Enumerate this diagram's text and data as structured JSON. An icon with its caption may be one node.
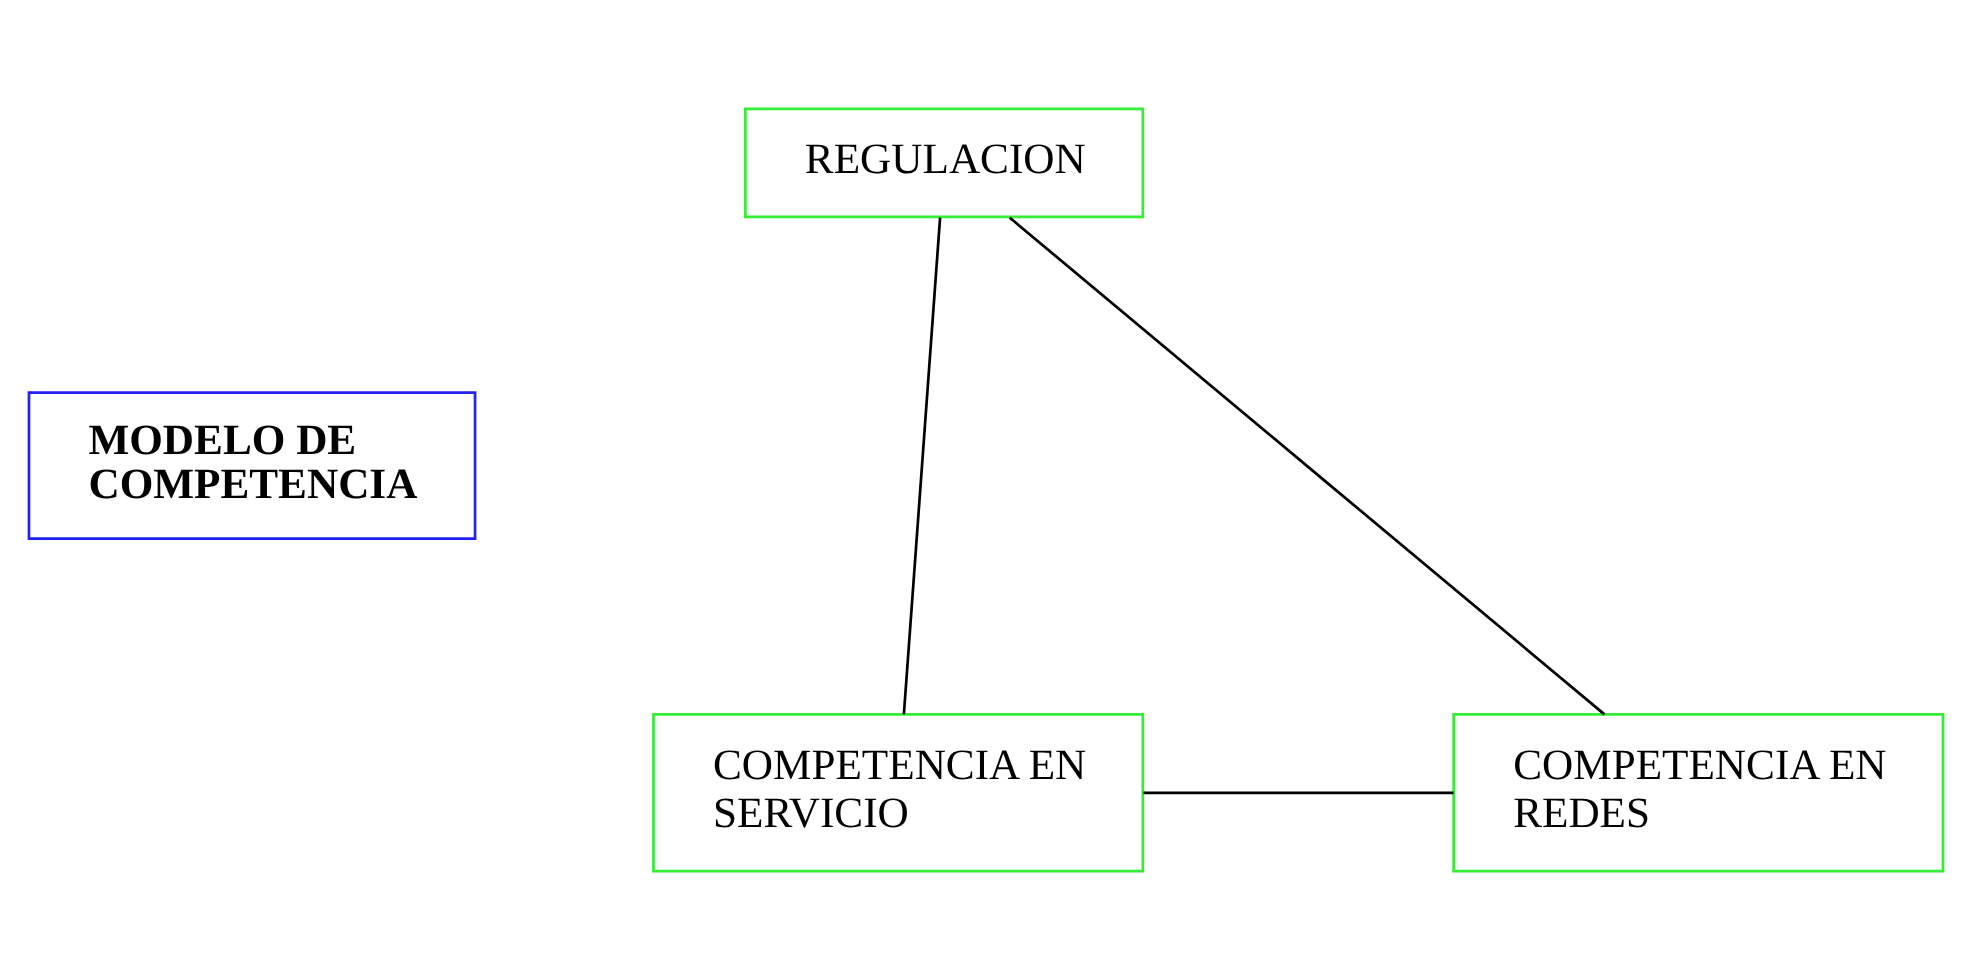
{
  "diagram": {
    "nodes": [
      {
        "text": [
          "REGULACION"
        ]
      },
      {
        "text": [
          "MODELO DE COMPETENCIA"
        ]
      },
      {
        "text": [
          "COMPETENCIA EN SERVICIO"
        ]
      },
      {
        "text": [
          "COMPETENCIA EN REDES"
        ]
      }
    ],
    "edges": [
      {
        "from": 0,
        "to": 2,
        "arrow": "none"
      },
      {
        "from": 0,
        "to": 3,
        "arrow": "none"
      },
      {
        "from": 2,
        "to": 3,
        "arrow": "none"
      }
    ]
  }
}
